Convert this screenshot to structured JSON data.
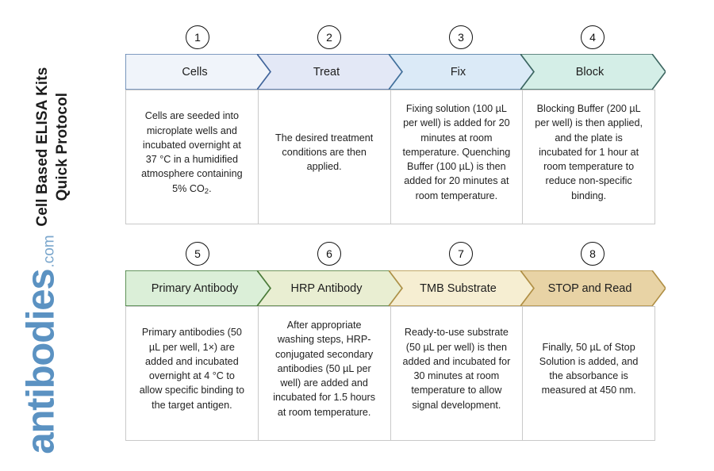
{
  "sidebar": {
    "title": "Cell Based ELISA Kits\nQuick Protocol",
    "brand_word": "antibodies",
    "brand_tld": ".com",
    "brand_color": "#5b92c2"
  },
  "flow": {
    "rows": [
      {
        "row_name": "row-1",
        "steps": [
          {
            "number": "1",
            "label": "Cells",
            "fill": "#f0f4fa",
            "border": "#5b7fae",
            "body": "Cells are seeded into microplate wells and incubated overnight at 37 °C in a humidified atmosphere containing 5% CO",
            "body_sub": "2",
            "body_tail": "."
          },
          {
            "number": "2",
            "label": "Treat",
            "fill": "#e3e8f6",
            "border": "#41659b",
            "body": "The desired treatment conditions are then applied.",
            "body_sub": "",
            "body_tail": ""
          },
          {
            "number": "3",
            "label": "Fix",
            "fill": "#dbeaf7",
            "border": "#41709b",
            "body": "Fixing solution (100 µL per well) is added for 20 minutes at room temperature. Quenching Buffer (100 µL) is then added for 20 minutes at room temperature.",
            "body_sub": "",
            "body_tail": ""
          },
          {
            "number": "4",
            "label": "Block",
            "fill": "#d4eee7",
            "border": "#3c6660",
            "body": "Blocking Buffer (200 µL per well) is then applied, and the plate is incubated for 1 hour at room temperature to reduce non-specific binding.",
            "body_sub": "",
            "body_tail": ""
          }
        ]
      },
      {
        "row_name": "row-2",
        "steps": [
          {
            "number": "5",
            "label": "Primary Antibody",
            "fill": "#dbefd8",
            "border": "#3f7a38",
            "body": "Primary antibodies (50 µL per well, 1×) are added and incubated overnight at 4 °C to allow specific binding to the target antigen.",
            "body_sub": "",
            "body_tail": ""
          },
          {
            "number": "6",
            "label": "HRP Antibody",
            "fill": "#e9eed2",
            "border": "#4a7a38",
            "body": "After appropriate washing steps, HRP-conjugated secondary antibodies (50 µL per well) are added and incubated for 1.5 hours at room temperature.",
            "body_sub": "",
            "body_tail": ""
          },
          {
            "number": "7",
            "label": "TMB Substrate",
            "fill": "#f6eed2",
            "border": "#b09147",
            "body": "Ready-to-use substrate (50 µL per well) is then added and incubated for 30 minutes at room temperature to allow signal development.",
            "body_sub": "",
            "body_tail": ""
          },
          {
            "number": "8",
            "label": "STOP and Read",
            "fill": "#e8d3a5",
            "border": "#b08f45",
            "body": "Finally, 50 µL of Stop Solution is added, and the absorbance is measured at 450 nm.",
            "body_sub": "",
            "body_tail": ""
          }
        ]
      }
    ]
  }
}
